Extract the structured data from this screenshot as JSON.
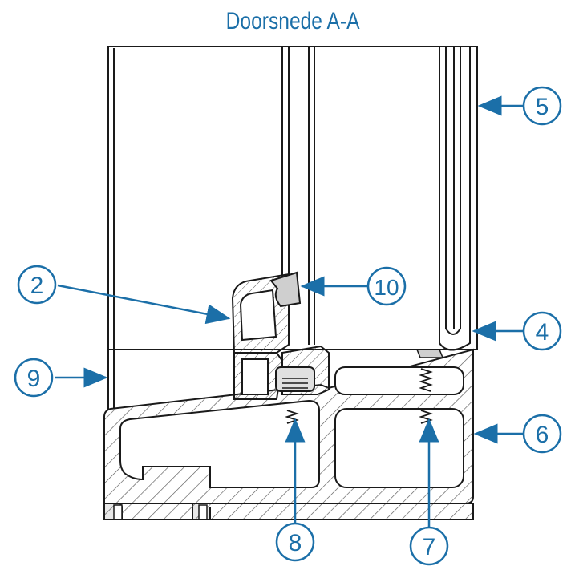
{
  "title": "Doorsnede A-A",
  "callouts": [
    {
      "id": "c2",
      "label": "2"
    },
    {
      "id": "c4",
      "label": "4"
    },
    {
      "id": "c5",
      "label": "5"
    },
    {
      "id": "c6",
      "label": "6"
    },
    {
      "id": "c7",
      "label": "7"
    },
    {
      "id": "c8",
      "label": "8"
    },
    {
      "id": "c9",
      "label": "9"
    },
    {
      "id": "c10",
      "label": "10"
    }
  ],
  "colors": {
    "accent": "#1b6fa8",
    "line": "#1a1a1a",
    "hatch": "#444444",
    "fill_light": "#e8e8e8"
  }
}
